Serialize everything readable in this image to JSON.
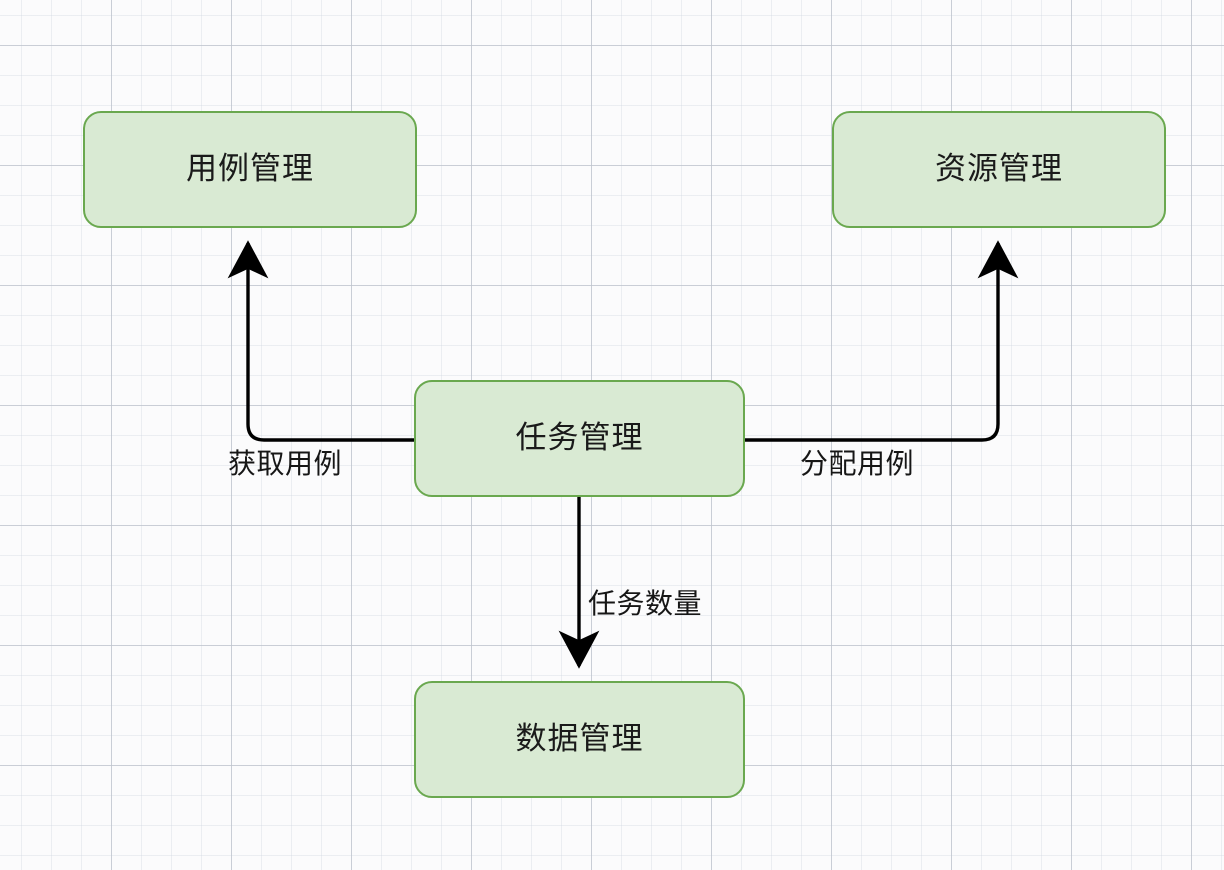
{
  "diagram": {
    "type": "flowchart",
    "title": "",
    "theme": {
      "node_fill": "#d9ead3",
      "node_stroke": "#6aa84f",
      "edge_stroke": "#000000",
      "text_color": "#1a1a1a",
      "canvas_background": "#fbfbfc",
      "grid_minor": "#eceef1",
      "grid_major": "#c3c8d2"
    },
    "nodes": [
      {
        "id": "usecase",
        "label": "用例管理"
      },
      {
        "id": "resource",
        "label": "资源管理"
      },
      {
        "id": "task",
        "label": "任务管理"
      },
      {
        "id": "data",
        "label": "数据管理"
      }
    ],
    "edges": [
      {
        "id": "task-to-usecase",
        "from": "task",
        "to": "usecase",
        "label": "获取用例",
        "arrow": "block",
        "style": "orthogonal-rounded"
      },
      {
        "id": "task-to-resource",
        "from": "task",
        "to": "resource",
        "label": "分配用例",
        "arrow": "block",
        "style": "orthogonal-rounded"
      },
      {
        "id": "task-to-data",
        "from": "task",
        "to": "data",
        "label": "任务数量",
        "arrow": "block",
        "style": "straight-vertical"
      }
    ]
  }
}
